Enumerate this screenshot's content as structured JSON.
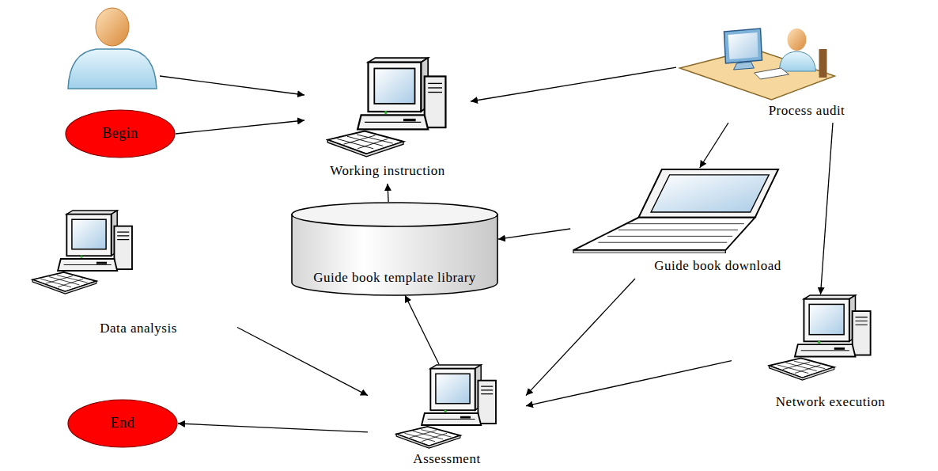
{
  "diagram": {
    "nodes": [
      {
        "text": [
          "Begin"
        ]
      },
      {
        "text": [
          "Working instruction"
        ]
      },
      {
        "text": [
          "Process audit"
        ]
      },
      {
        "text": [
          "Guide book template library"
        ]
      },
      {
        "text": [
          "Guide book download"
        ]
      },
      {
        "text": [
          "Data analysis"
        ]
      },
      {
        "text": [
          "Network execution"
        ]
      },
      {
        "text": [
          "Assessment"
        ]
      },
      {
        "text": [
          "End"
        ]
      }
    ],
    "edges": [
      {
        "from": 0,
        "to": 1,
        "arrow": "to"
      },
      {
        "from": 2,
        "to": 1,
        "arrow": "to"
      },
      {
        "from": 2,
        "to": 4,
        "arrow": "to"
      },
      {
        "from": 2,
        "to": 6,
        "arrow": "to"
      },
      {
        "from": 3,
        "to": 1,
        "arrow": "to"
      },
      {
        "from": 4,
        "to": 3,
        "arrow": "to"
      },
      {
        "from": 4,
        "to": 7,
        "arrow": "to"
      },
      {
        "from": 5,
        "to": 7,
        "arrow": "to"
      },
      {
        "from": 6,
        "to": 7,
        "arrow": "to"
      },
      {
        "from": 7,
        "to": 3,
        "arrow": "to"
      },
      {
        "from": 7,
        "to": 8,
        "arrow": "to"
      }
    ]
  }
}
